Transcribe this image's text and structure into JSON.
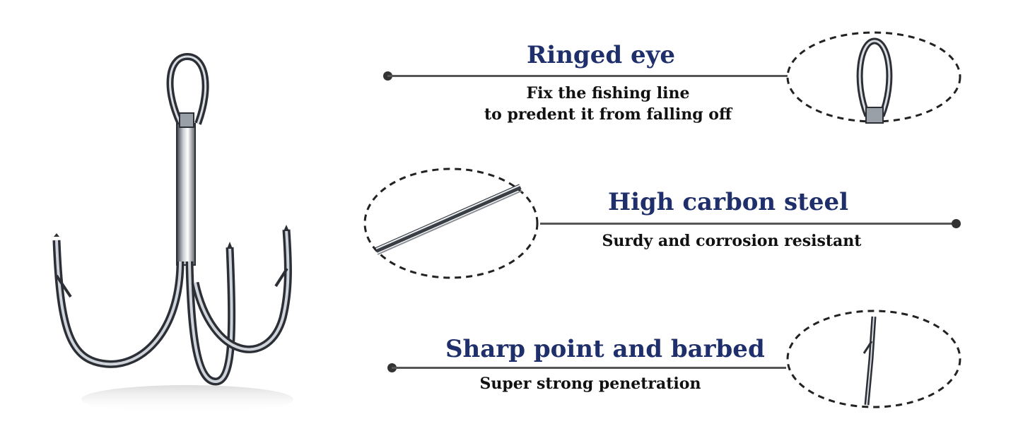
{
  "features": [
    {
      "title": "Ringed eye",
      "description_lines": [
        "Fix the fishing line",
        "to predent it from falling off"
      ]
    },
    {
      "title": "High carbon steel",
      "description_lines": [
        "Surdy and corrosion resistant"
      ]
    },
    {
      "title": "Sharp point and barbed",
      "description_lines": [
        "Super strong penetration"
      ]
    }
  ],
  "colors": {
    "title": "#1f2f6b",
    "text": "#111111",
    "line": "#555555",
    "metal": "#8a8f96"
  },
  "icons": [
    "treble-hook-image",
    "ringed-eye-detail",
    "steel-wire-detail",
    "barb-point-detail"
  ]
}
